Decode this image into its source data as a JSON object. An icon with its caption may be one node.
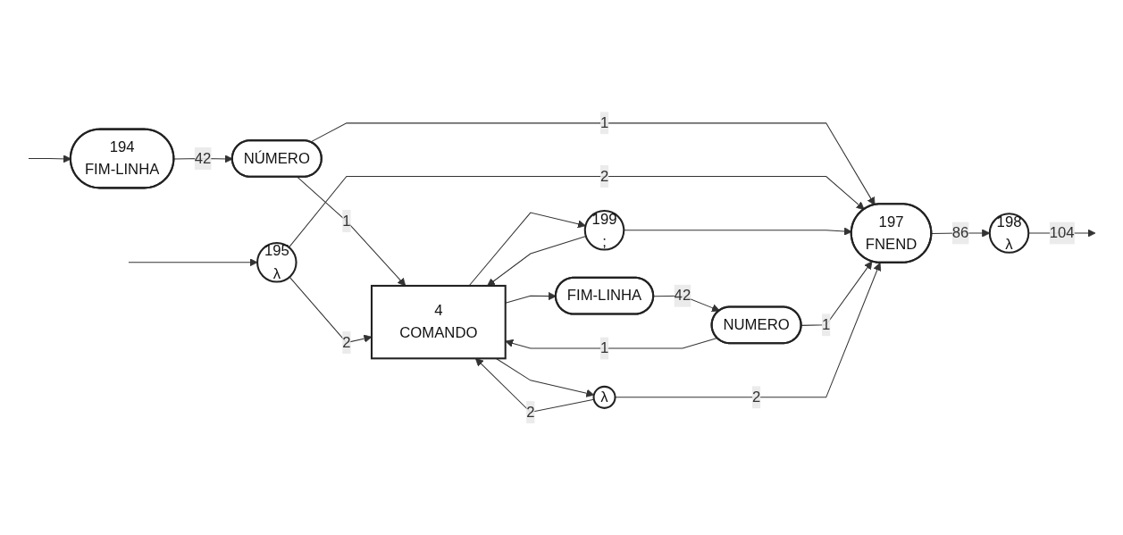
{
  "diagram": {
    "nodes": [
      {
        "text": [
          "194",
          "FIM-LINHA"
        ]
      },
      {
        "text": [
          "NÚMERO"
        ]
      },
      {
        "text": [
          "195",
          "λ"
        ]
      },
      {
        "text": [
          "197",
          "FNEND"
        ]
      },
      {
        "text": [
          "198",
          "λ"
        ]
      },
      {
        "text": [
          "4",
          "COMANDO"
        ]
      },
      {
        "text": [
          "199",
          ";"
        ]
      },
      {
        "text": [
          "FIM-LINHA"
        ]
      },
      {
        "text": [
          "NUMERO"
        ]
      },
      {
        "text": [
          "λ"
        ]
      }
    ],
    "edges": [
      {
        "from": null,
        "to": 0,
        "arrow": "to"
      },
      {
        "from": null,
        "to": 2,
        "arrow": "to"
      },
      {
        "from": 0,
        "to": 1,
        "arrow": "to",
        "label": "42"
      },
      {
        "from": 1,
        "to": 3,
        "arrow": "to",
        "label": "1"
      },
      {
        "from": 1,
        "to": 5,
        "arrow": "to",
        "label": "1"
      },
      {
        "from": 2,
        "to": 3,
        "arrow": "to",
        "label": "2"
      },
      {
        "from": 2,
        "to": 5,
        "arrow": "to",
        "label": "2"
      },
      {
        "from": 3,
        "to": 4,
        "arrow": "to",
        "label": "86"
      },
      {
        "from": 4,
        "to": null,
        "arrow": "to",
        "label": "104"
      },
      {
        "from": 5,
        "to": 6,
        "arrow": "to"
      },
      {
        "from": 5,
        "to": 7,
        "arrow": "to"
      },
      {
        "from": 5,
        "to": 9,
        "arrow": "to"
      },
      {
        "from": 7,
        "to": 8,
        "arrow": "to",
        "label": "42"
      },
      {
        "from": 6,
        "to": 3,
        "arrow": "to"
      },
      {
        "from": 6,
        "to": 5,
        "arrow": "to"
      },
      {
        "from": 8,
        "to": 3,
        "arrow": "to",
        "label": "1"
      },
      {
        "from": 8,
        "to": 5,
        "arrow": "to",
        "label": "1"
      },
      {
        "from": 9,
        "to": 3,
        "arrow": "to",
        "label": "2"
      },
      {
        "from": 9,
        "to": 5,
        "arrow": "to",
        "label": "2"
      }
    ]
  }
}
